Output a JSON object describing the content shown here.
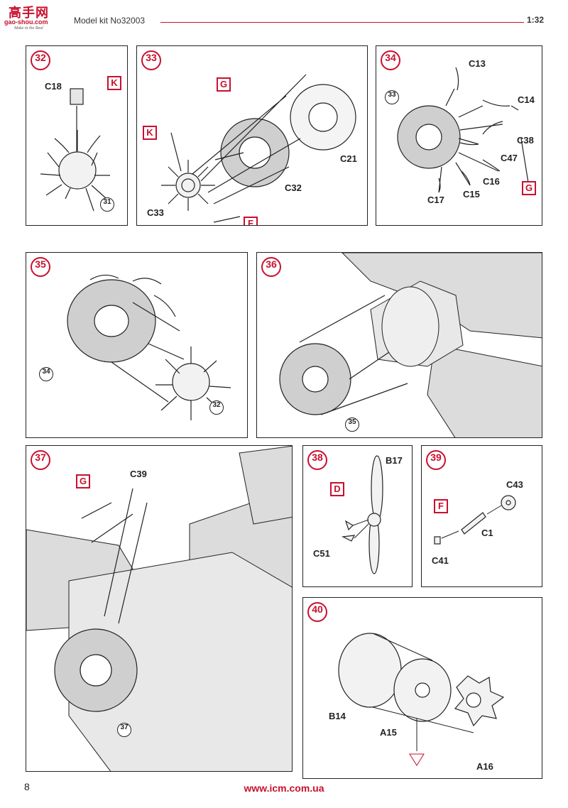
{
  "header": {
    "logo_cn": "高手网",
    "logo_url": "gao-shou.com",
    "logo_sub": "Make in the Real",
    "kit": "Model kit No32003",
    "scale": "1:32"
  },
  "steps": {
    "s32": {
      "num": "32",
      "labels": {
        "c18": "C18"
      },
      "tags": {
        "k": "K"
      },
      "refs": {
        "r31": "31"
      }
    },
    "s33": {
      "num": "33",
      "labels": {
        "c21": "C21",
        "c32": "C32",
        "c33": "C33"
      },
      "tags": {
        "g": "G",
        "k": "K",
        "f": "F"
      }
    },
    "s34": {
      "num": "34",
      "labels": {
        "c13": "C13",
        "c14": "C14",
        "c38": "C38",
        "c47": "C47",
        "c16": "C16",
        "c15": "C15",
        "c17": "C17"
      },
      "tags": {
        "g": "G"
      },
      "refs": {
        "r33": "33"
      }
    },
    "s35": {
      "num": "35",
      "refs": {
        "r34": "34",
        "r32": "32"
      }
    },
    "s36": {
      "num": "36",
      "refs": {
        "r35": "35"
      }
    },
    "s37": {
      "num": "37",
      "labels": {
        "c39": "C39"
      },
      "tags": {
        "g": "G"
      },
      "refs": {
        "r37": "37"
      }
    },
    "s38": {
      "num": "38",
      "labels": {
        "b17": "B17",
        "c51": "C51"
      },
      "tags": {
        "d": "D"
      }
    },
    "s39": {
      "num": "39",
      "labels": {
        "c43": "C43",
        "c1": "C1",
        "c41": "C41"
      },
      "tags": {
        "f": "F"
      }
    },
    "s40": {
      "num": "40",
      "labels": {
        "b14": "B14",
        "a15": "A15",
        "a16": "A16"
      }
    }
  },
  "footer": {
    "page": "8",
    "site": "www.icm.com.ua"
  },
  "colors": {
    "accent": "#c8102e",
    "line": "#222222",
    "fill": "#dcdcdc"
  }
}
